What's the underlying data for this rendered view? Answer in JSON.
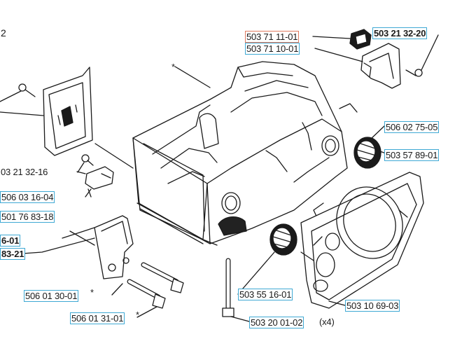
{
  "colors": {
    "box_border": "#3fa9d4",
    "box_highlight": "#e07a5f",
    "line": "#1a1a1a"
  },
  "labels": {
    "l1": "503 71 11-01",
    "l2": "503 71 10-01",
    "l3": "503 21 32-20",
    "l4": "506 02 75-05",
    "l5": "503 57 89-01",
    "l6": "03 21 32-16",
    "l7": "506 03 16-04",
    "l8": "501 76 83-18",
    "l9": "6-01",
    "l10": "83-21",
    "l11": "506 01 30-01",
    "l12": "506 01 31-01",
    "l13": "503 55 16-01",
    "l14": "503 10 69-03",
    "l15": "503 20 01-02",
    "l16": "(x4)",
    "l17": "*",
    "l18": "*",
    "l19": "*",
    "l20": "2"
  }
}
